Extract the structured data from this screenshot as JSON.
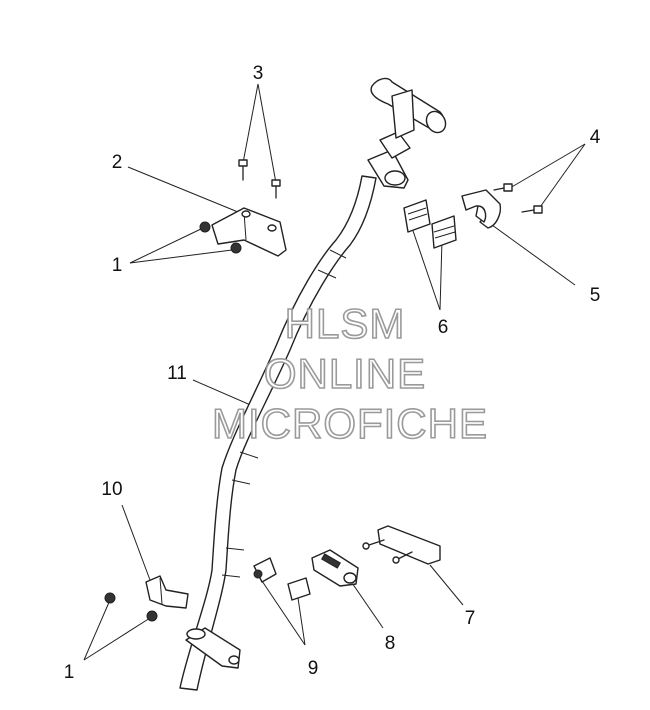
{
  "labels": {
    "l1a": "1",
    "l1b": "1",
    "l2": "2",
    "l3": "3",
    "l4": "4",
    "l5": "5",
    "l6": "6",
    "l7": "7",
    "l8": "8",
    "l9": "9",
    "l10": "10",
    "l11": "11"
  },
  "watermark": {
    "line1": "HLSM",
    "line2": "ONLINE",
    "line3": "MICROFICHE"
  }
}
